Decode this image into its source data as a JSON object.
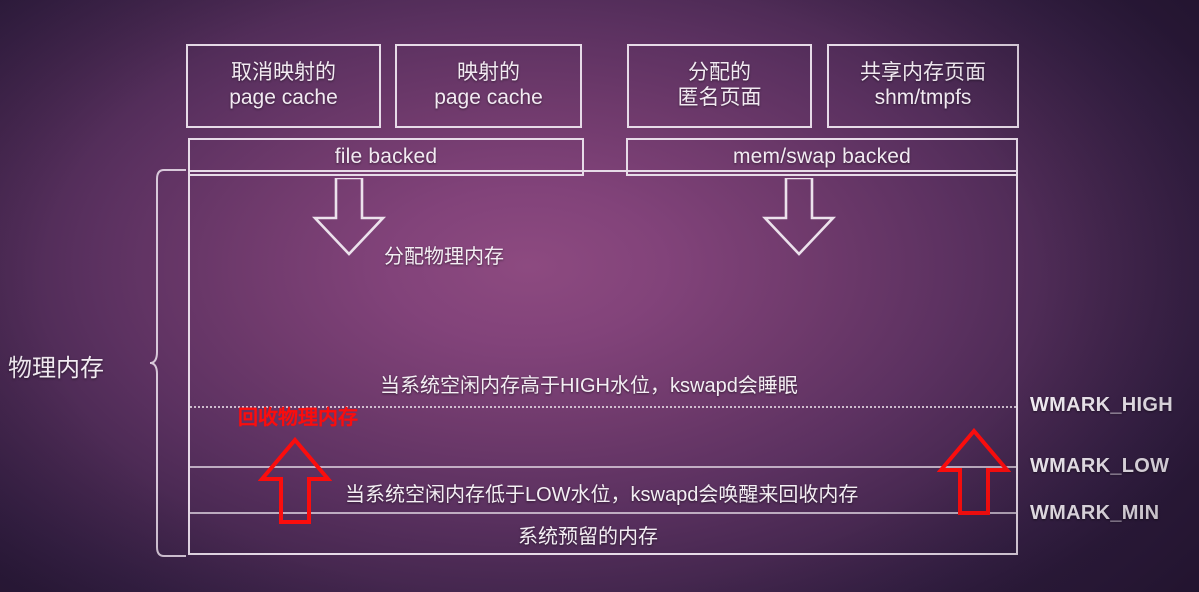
{
  "theme": {
    "background_top": "#2c1b3b",
    "background_center": "#8d4a80",
    "stroke": "#e7dbe8",
    "text": "#f2eaf2",
    "accent_red": "#fb0d0d"
  },
  "left_label": "物理内存",
  "source_boxes": [
    {
      "line1": "取消映射的",
      "line2": "page cache"
    },
    {
      "line1": "映射的",
      "line2": "page cache"
    },
    {
      "line1": "分配的",
      "line2": "匿名页面"
    },
    {
      "line1": "共享内存页面",
      "line2": "shm/tmpfs"
    }
  ],
  "backing_bands": [
    {
      "label": "file backed"
    },
    {
      "label": "mem/swap backed"
    }
  ],
  "arrows": {
    "alloc_left": "down-arrow",
    "alloc_right": "down-arrow",
    "reclaim_left": "up-arrow",
    "reclaim_right": "up-arrow"
  },
  "memory_box": {
    "alloc_label": "分配物理内存",
    "reclaim_label": "回收物理内存",
    "high_note": "当系统空闲内存高于HIGH水位，kswapd会睡眠",
    "low_note": "当系统空闲内存低于LOW水位，kswapd会唤醒来回收内存",
    "reserved_note": "系统预留的内存"
  },
  "watermarks": [
    {
      "name": "WMARK_HIGH",
      "style": "dotted"
    },
    {
      "name": "WMARK_LOW",
      "style": "solid"
    },
    {
      "name": "WMARK_MIN",
      "style": "solid"
    }
  ]
}
